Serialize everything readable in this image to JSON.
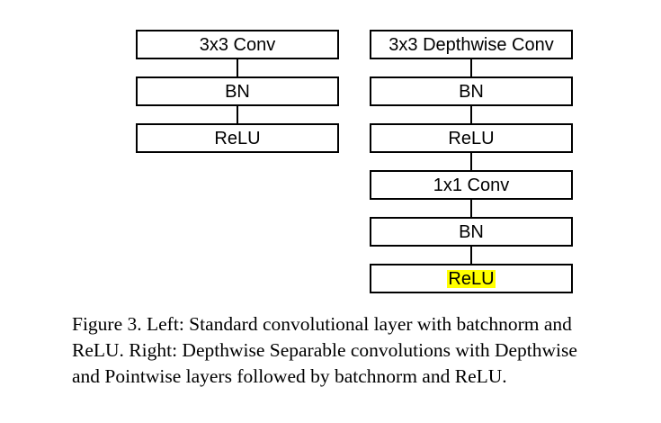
{
  "figure": {
    "left_column": {
      "blocks": [
        "3x3 Conv",
        "BN",
        "ReLU"
      ]
    },
    "right_column": {
      "blocks": [
        "3x3 Depthwise Conv",
        "BN",
        "ReLU",
        "1x1 Conv",
        "BN",
        "ReLU"
      ],
      "highlighted_block_index": 5,
      "highlight_color": "#ffff00"
    },
    "caption_lines": [
      "Figure 3. Left: Standard convolutional layer with batchnorm and",
      "ReLU. Right: Depthwise Separable convolutions with Depthwise",
      "and Pointwise layers followed by batchnorm and ReLU."
    ]
  }
}
